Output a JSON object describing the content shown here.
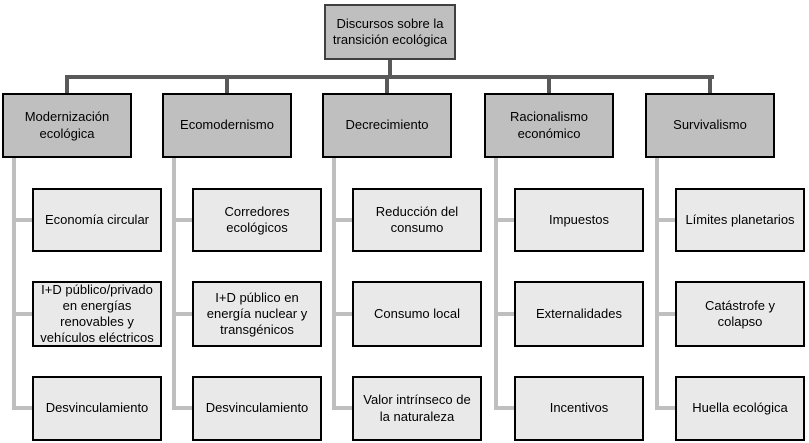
{
  "diagram": {
    "title": "Discursos sobre la transición ecológica",
    "root": {
      "label": "Discursos sobre la transición ecológica"
    },
    "branches": [
      {
        "label": "Modernización ecológica",
        "children": [
          "Economía circular",
          "I+D público/privado en energías renovables y vehículos eléctricos",
          "Desvinculamiento"
        ]
      },
      {
        "label": "Ecomodernismo",
        "children": [
          "Corredores ecológicos",
          "I+D público en energía nuclear y transgénicos",
          "Desvinculamiento"
        ]
      },
      {
        "label": "Decrecimiento",
        "children": [
          "Reducción del consumo",
          "Consumo local",
          "Valor intrínseco de la naturaleza"
        ]
      },
      {
        "label": "Racionalismo económico",
        "children": [
          "Impuestos",
          "Externalidades",
          "Incentivos"
        ]
      },
      {
        "label": "Survivalismo",
        "children": [
          "Límites planetarios",
          "Catástrofe y colapso",
          "Huella ecológica"
        ]
      }
    ],
    "colors": {
      "level1_fill": "#bfbfbf",
      "level2_fill": "#e9e9e9",
      "node_border": "#000000",
      "connector_dark": "#595959",
      "connector_light": "#bfbfbf",
      "background": "#ffffff"
    }
  }
}
